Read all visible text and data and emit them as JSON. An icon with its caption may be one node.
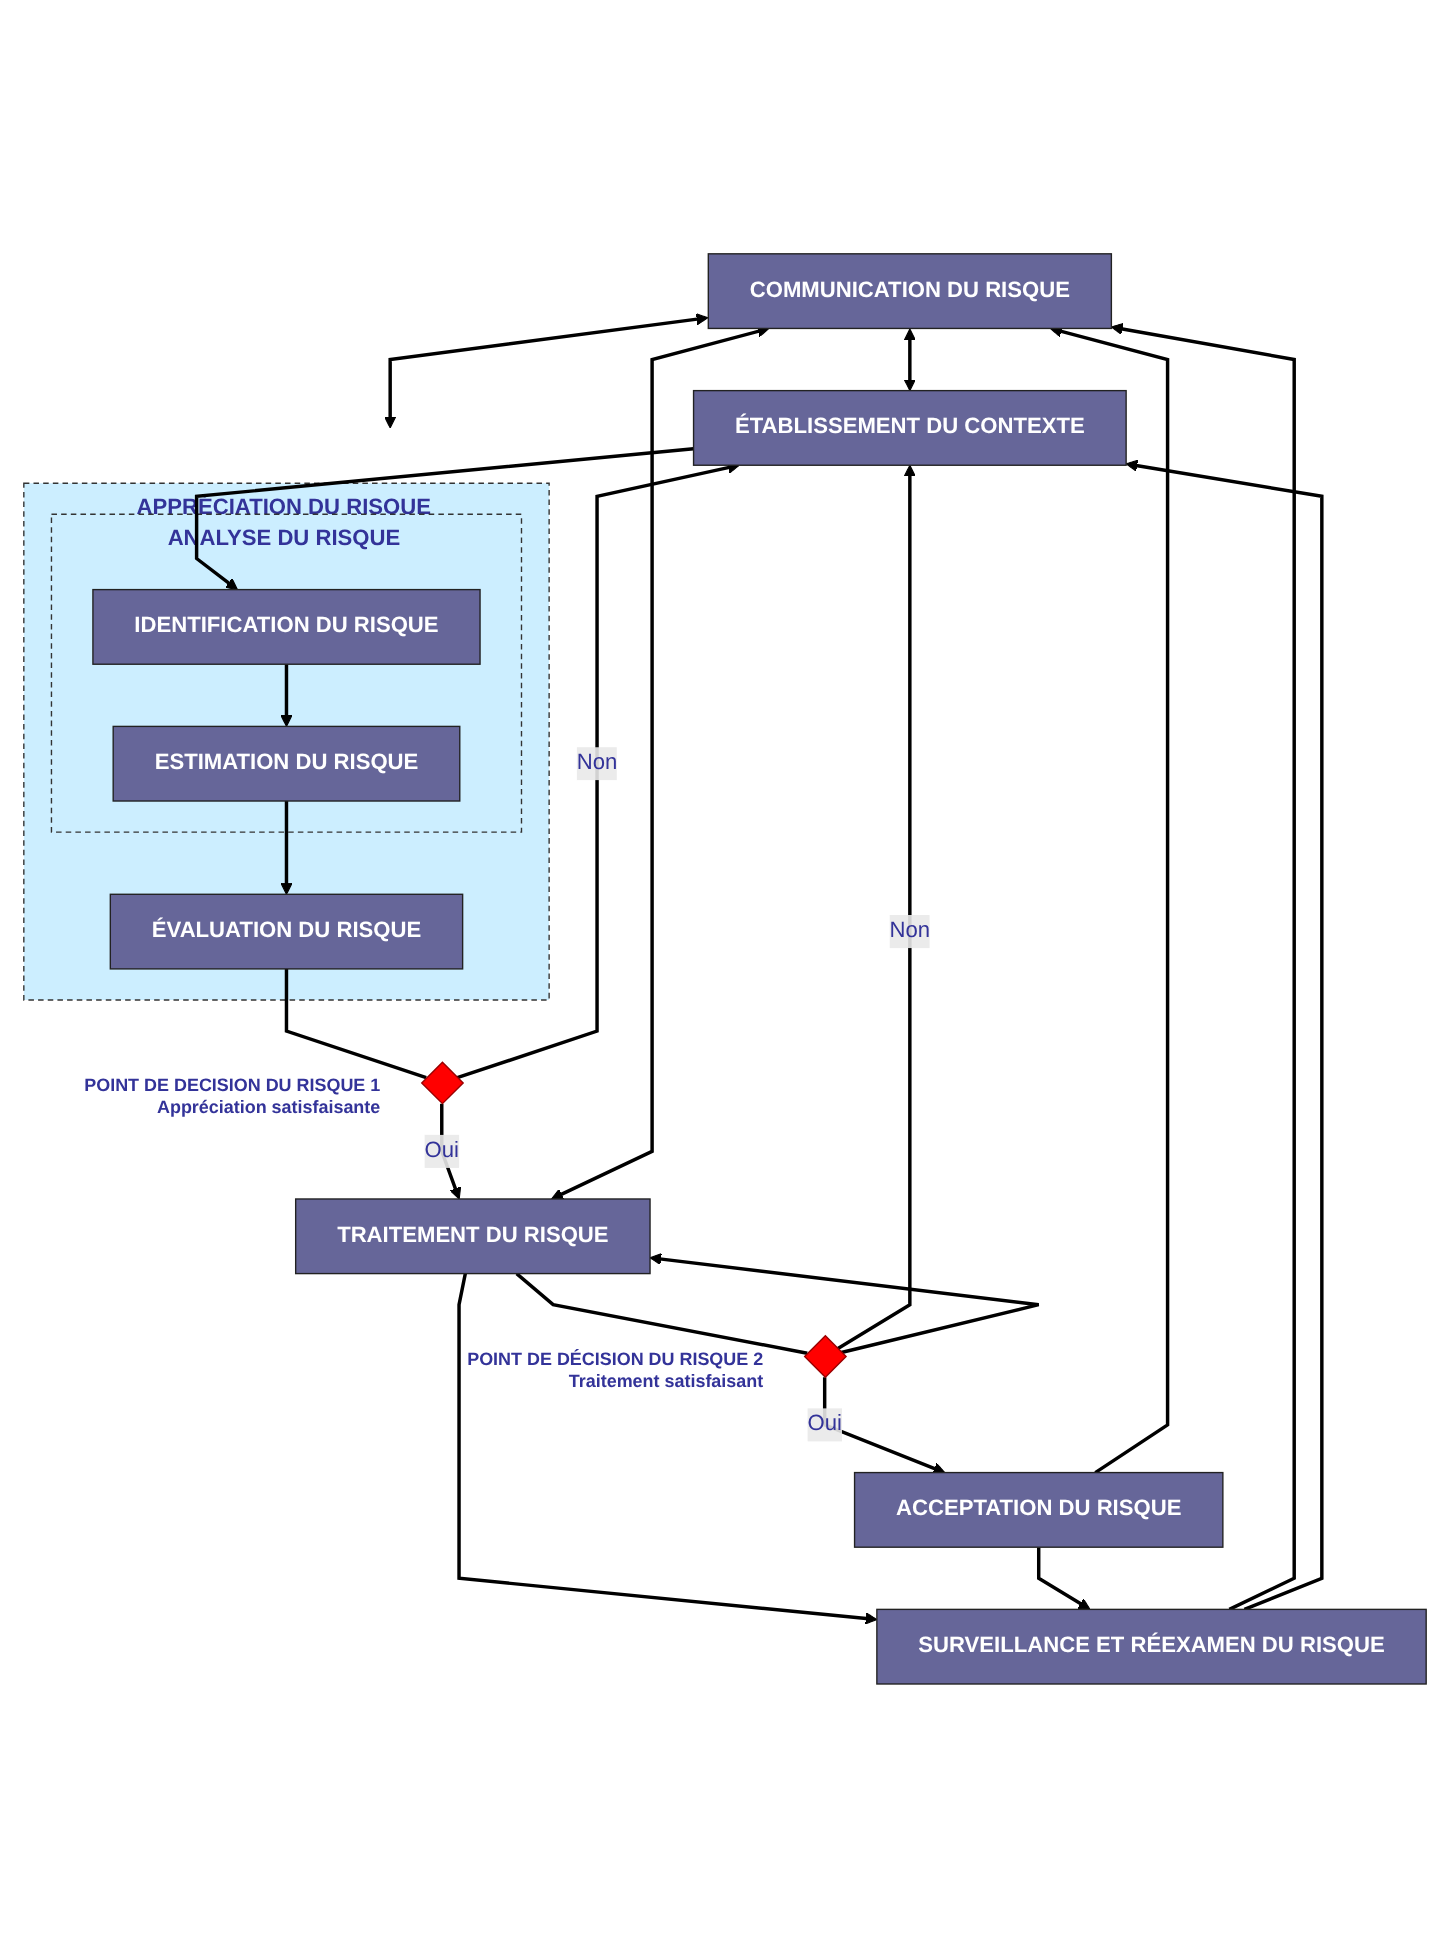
{
  "diagram": {
    "nodes": [
      {
        "text": [
          "COMMUNICATION DU RISQUE"
        ]
      },
      {
        "text": [
          "ÉTABLISSEMENT DU CONTEXTE"
        ]
      },
      {
        "text": [
          "APPRÉCIATION DU RISQUE"
        ]
      },
      {
        "text": [
          "ANALYSE DU RISQUE"
        ],
        "in": 2
      },
      {
        "text": [
          "IDENTIFICATION DU RISQUE"
        ],
        "in": 3
      },
      {
        "text": [
          "ESTIMATION DU RISQUE"
        ],
        "in": 3
      },
      {
        "text": [
          "ÉVALUATION DU RISQUE"
        ],
        "in": 2
      },
      {
        "text": [],
        "shape": "diamond",
        "beside": [
          "POINT DE DECISION DU RISQUE 1",
          "Appréciation satisfaisante"
        ]
      },
      {
        "text": [
          "TRAITEMENT DU RISQUE"
        ]
      },
      {
        "text": [],
        "shape": "diamond",
        "beside": [
          "POINT DE DÉCISION DU RISQUE 2",
          "Traitement satisfaisant"
        ]
      },
      {
        "text": [
          "ACCEPTATION DU RISQUE"
        ]
      },
      {
        "text": [
          "SURVEILLANCE ET RÉEXAMEN DU RISQUE"
        ]
      }
    ],
    "edges": [
      {
        "from": 11,
        "to": 0,
        "arrow": "to"
      },
      {
        "from": 11,
        "to": 1,
        "arrow": "to"
      },
      {
        "from": 0,
        "to": 1,
        "arrow": "both"
      },
      {
        "from": 1,
        "to": 4,
        "arrow": "to"
      },
      {
        "from": 4,
        "to": 5,
        "arrow": "to"
      },
      {
        "from": 5,
        "to": 6,
        "arrow": "to"
      },
      {
        "from": 0,
        "to": 2,
        "arrow": "both"
      },
      {
        "from": 6,
        "to": 7,
        "arrow": "none"
      },
      {
        "from": 7,
        "to": 1,
        "arrow": "to",
        "label": "Non"
      },
      {
        "from": 7,
        "to": 8,
        "arrow": "to",
        "label": "Oui"
      },
      {
        "from": 0,
        "to": 8,
        "arrow": "both"
      },
      {
        "from": 8,
        "to": 11,
        "arrow": "to"
      },
      {
        "from": 9,
        "to": 1,
        "arrow": "to",
        "label": "Non"
      },
      {
        "from": 9,
        "to": 8,
        "arrow": "to"
      },
      {
        "from": 8,
        "to": 9,
        "arrow": "none"
      },
      {
        "from": 9,
        "to": 10,
        "arrow": "to",
        "label": "Oui"
      },
      {
        "from": 10,
        "to": 0,
        "arrow": "to"
      },
      {
        "from": 10,
        "to": 11,
        "arrow": "to"
      }
    ]
  }
}
